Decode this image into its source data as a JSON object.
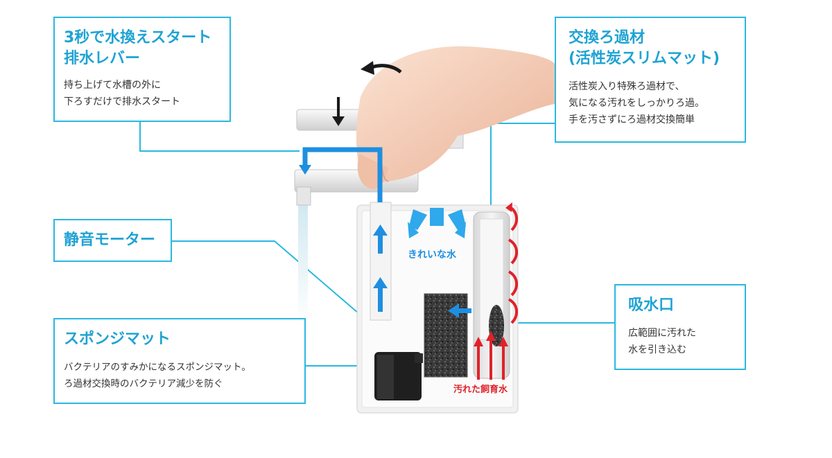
{
  "callouts": {
    "drain_lever": {
      "title_line1": "3秒で水換えスタート",
      "title_line2": "排水レバー",
      "desc_line1": "持ち上げて水槽の外に",
      "desc_line2": "下ろすだけで排水スタート"
    },
    "filter_media": {
      "title_line1": "交換ろ過材",
      "title_line2": "(活性炭スリムマット)",
      "desc_line1": "活性炭入り特殊ろ過材で、",
      "desc_line2": "気になる汚れをしっかりろ過。",
      "desc_line3": "手を汚さずにろ過材交換簡単"
    },
    "motor": {
      "title": "静音モーター"
    },
    "sponge_mat": {
      "title": "スポンジマット",
      "desc_line1": "バクテリアのすみかになるスポンジマット。",
      "desc_line2": "ろ過材交換時のバクテリア減少を防ぐ"
    },
    "intake": {
      "title": "吸水口",
      "desc_line1": "広範囲に汚れた",
      "desc_line2": "水を引き込む"
    }
  },
  "diagram_labels": {
    "clean_water": "きれいな水",
    "dirty_water": "汚れた飼育水"
  },
  "colors": {
    "accent_blue": "#29b8e0",
    "flow_blue": "#1e8fe0",
    "dirty_red": "#e0222a",
    "title_blue": "#1fa3d3"
  }
}
